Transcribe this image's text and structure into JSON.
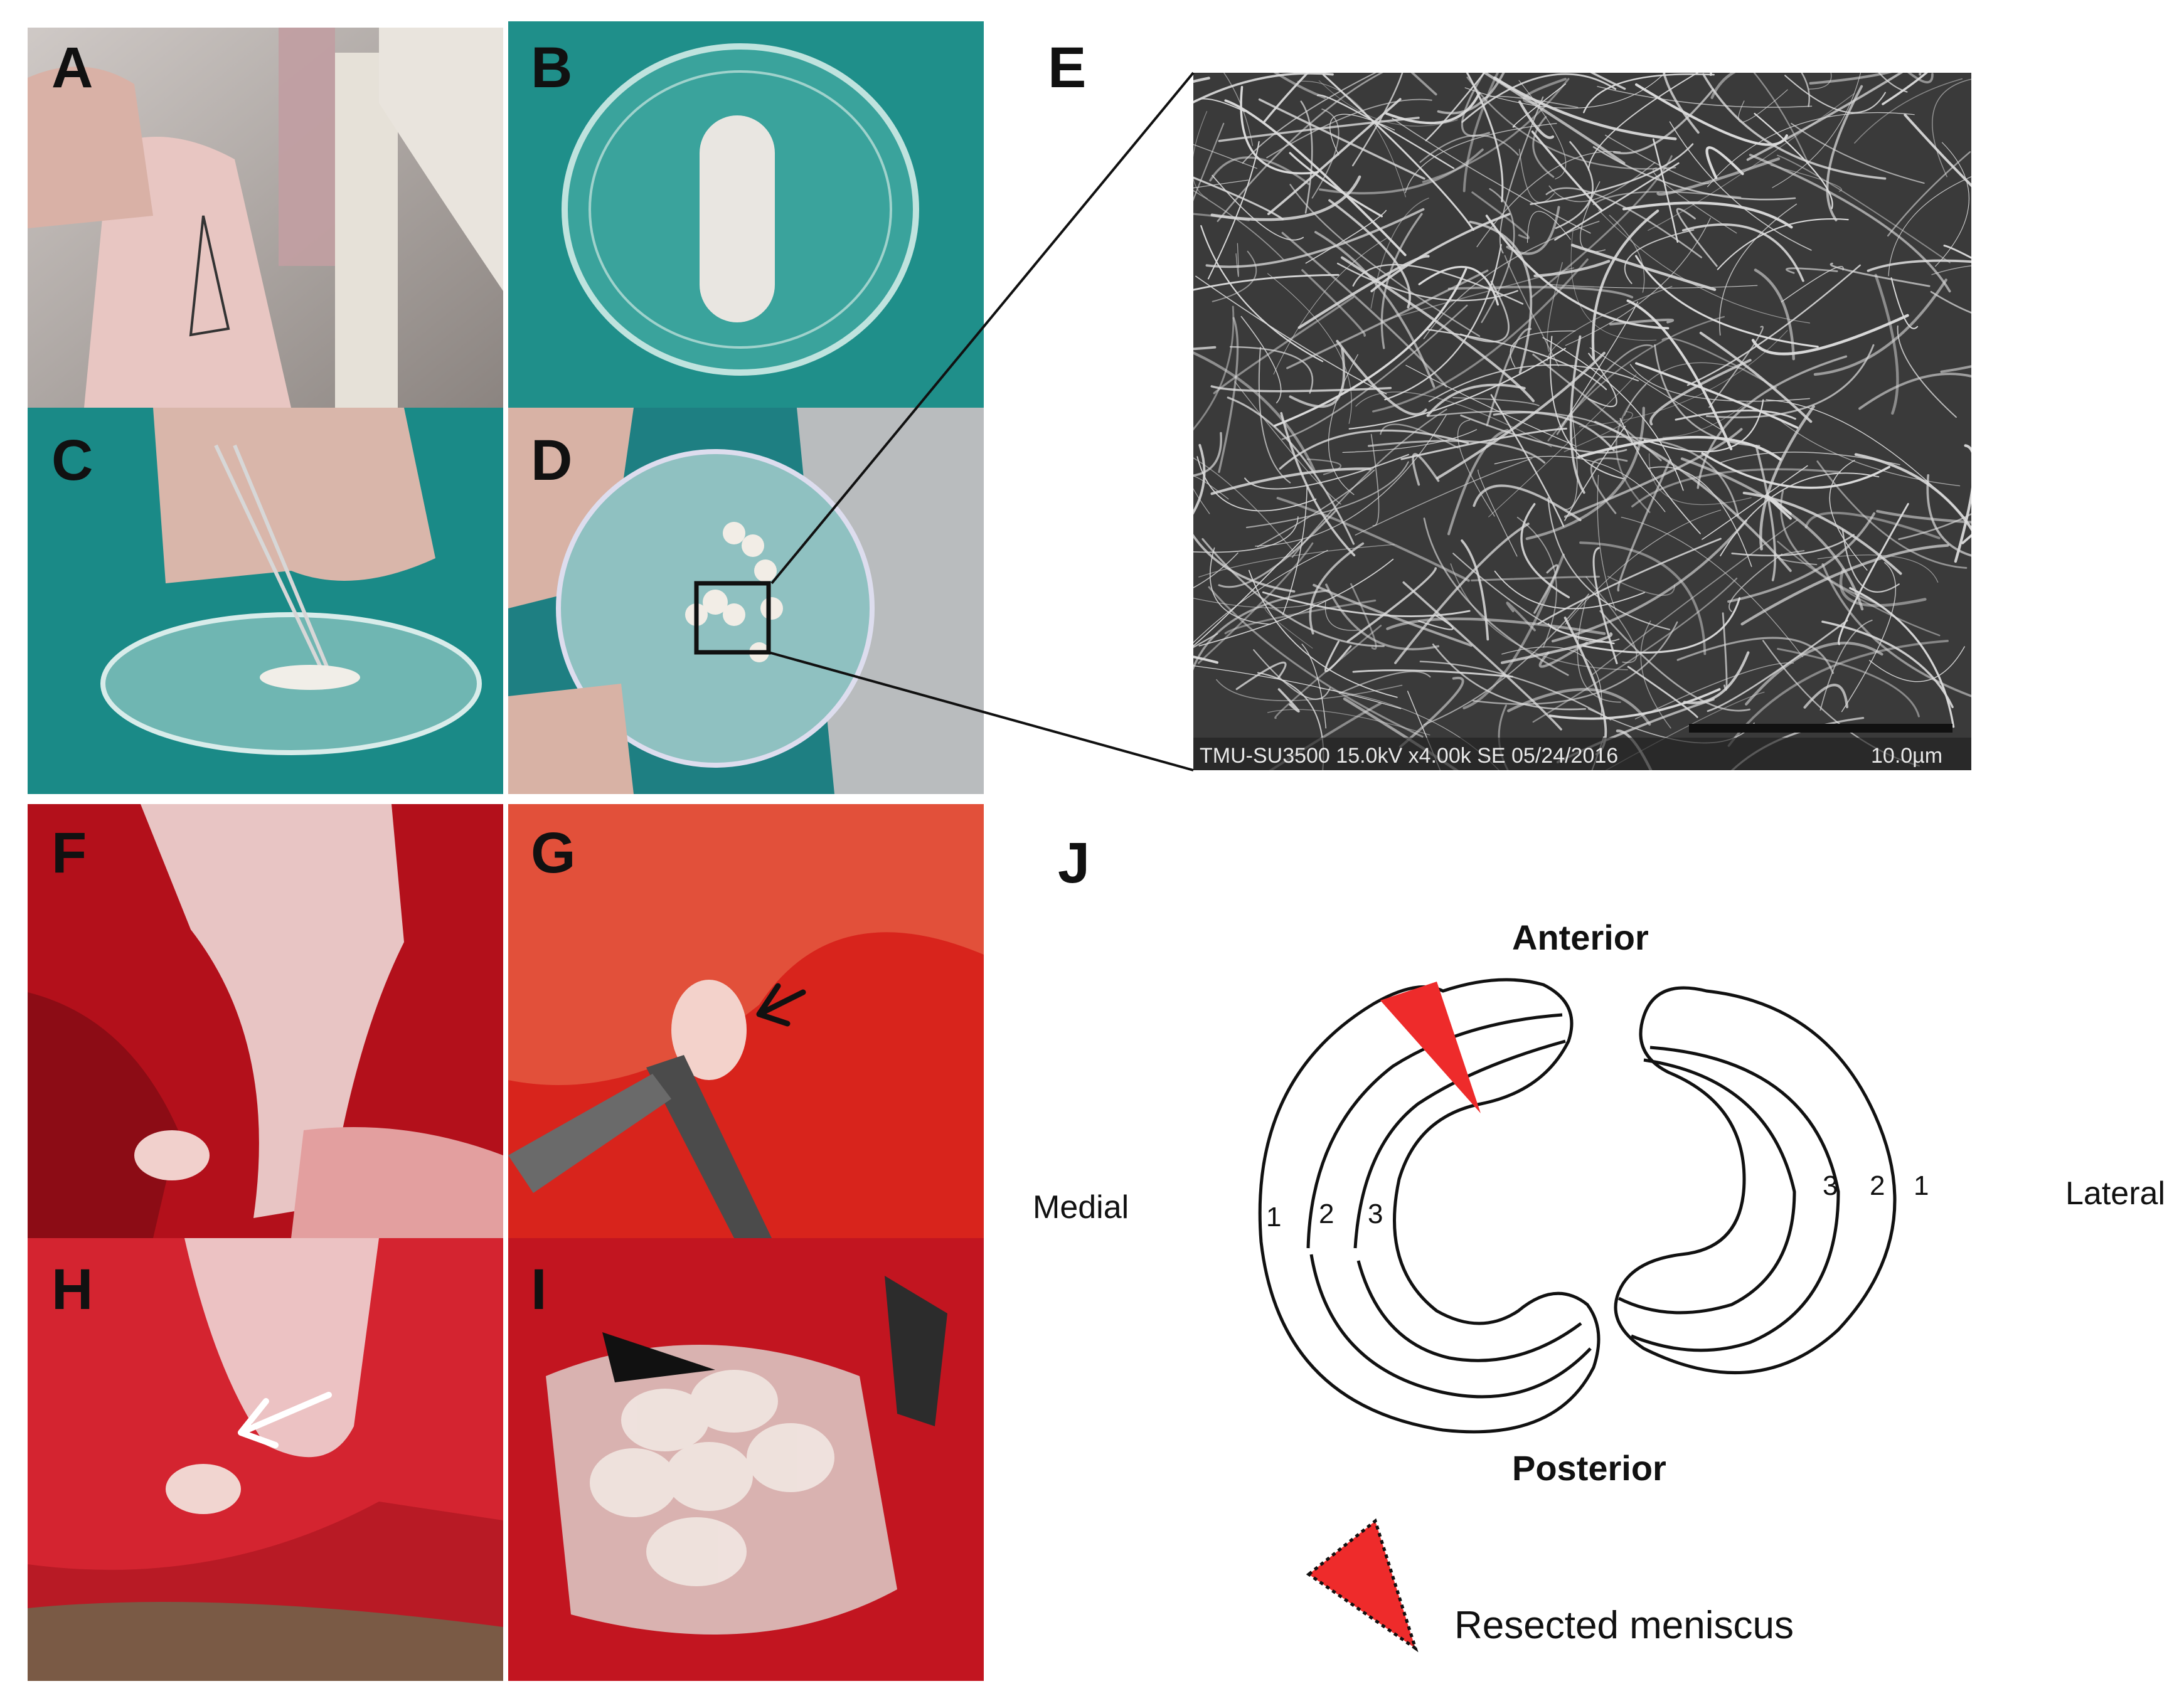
{
  "panels": {
    "a": "A",
    "b": "B",
    "c": "C",
    "d": "D",
    "e": "E",
    "f": "F",
    "g": "G",
    "h": "H",
    "i": "I",
    "j": "J"
  },
  "sem": {
    "caption": "TMU-SU3500 15.0kV x4.00k SE 05/24/2016",
    "scale": "10.0µm"
  },
  "diagram": {
    "anterior": "Anterior",
    "posterior": "Posterior",
    "medial": "Medial",
    "lateral": "Lateral",
    "zones_medial": [
      "1",
      "2",
      "3"
    ],
    "zones_lateral": [
      "3",
      "2",
      "1"
    ],
    "legend": "Resected meniscus"
  },
  "colors": {
    "surgical_red": "#c8101c",
    "drape_teal": "#1f8f8a",
    "resected": "#ee2b2b"
  }
}
